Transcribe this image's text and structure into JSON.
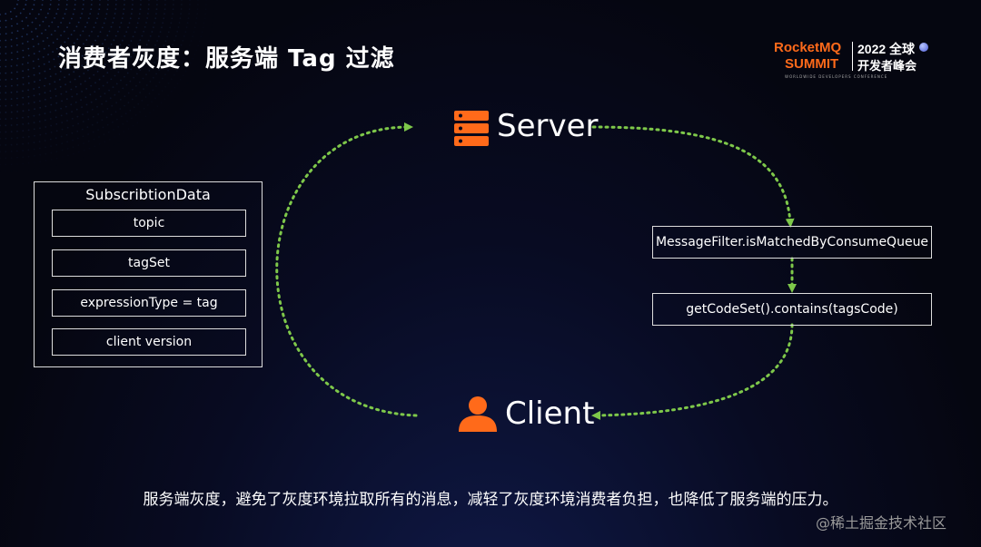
{
  "title": "消费者灰度：服务端 Tag 过滤",
  "logo": {
    "rocketmq": "RocketMQ",
    "summit": "SUMMIT",
    "year": "2022 全球",
    "conference": "开发者峰会",
    "subtitle": "WORLDWIDE DEVELOPERS CONFERENCE"
  },
  "server_label": "Server",
  "client_label": "Client",
  "subscription": {
    "title": "SubscribtionData",
    "fields": [
      "topic",
      "tagSet",
      "expressionType = tag",
      "client version"
    ]
  },
  "flow": {
    "step1": "MessageFilter.isMatchedByConsumeQueue",
    "step2": "getCodeSet().contains(tagsCode)"
  },
  "caption": "服务端灰度，避免了灰度环境拉取所有的消息，减轻了灰度环境消费者负担，也降低了服务端的压力。",
  "watermark": "@稀土掘金技术社区",
  "colors": {
    "accent": "#ff6a1a",
    "arrow": "#7ec84a",
    "background": "#07091c"
  },
  "icons": {
    "server": "server-icon",
    "client": "user-icon"
  }
}
